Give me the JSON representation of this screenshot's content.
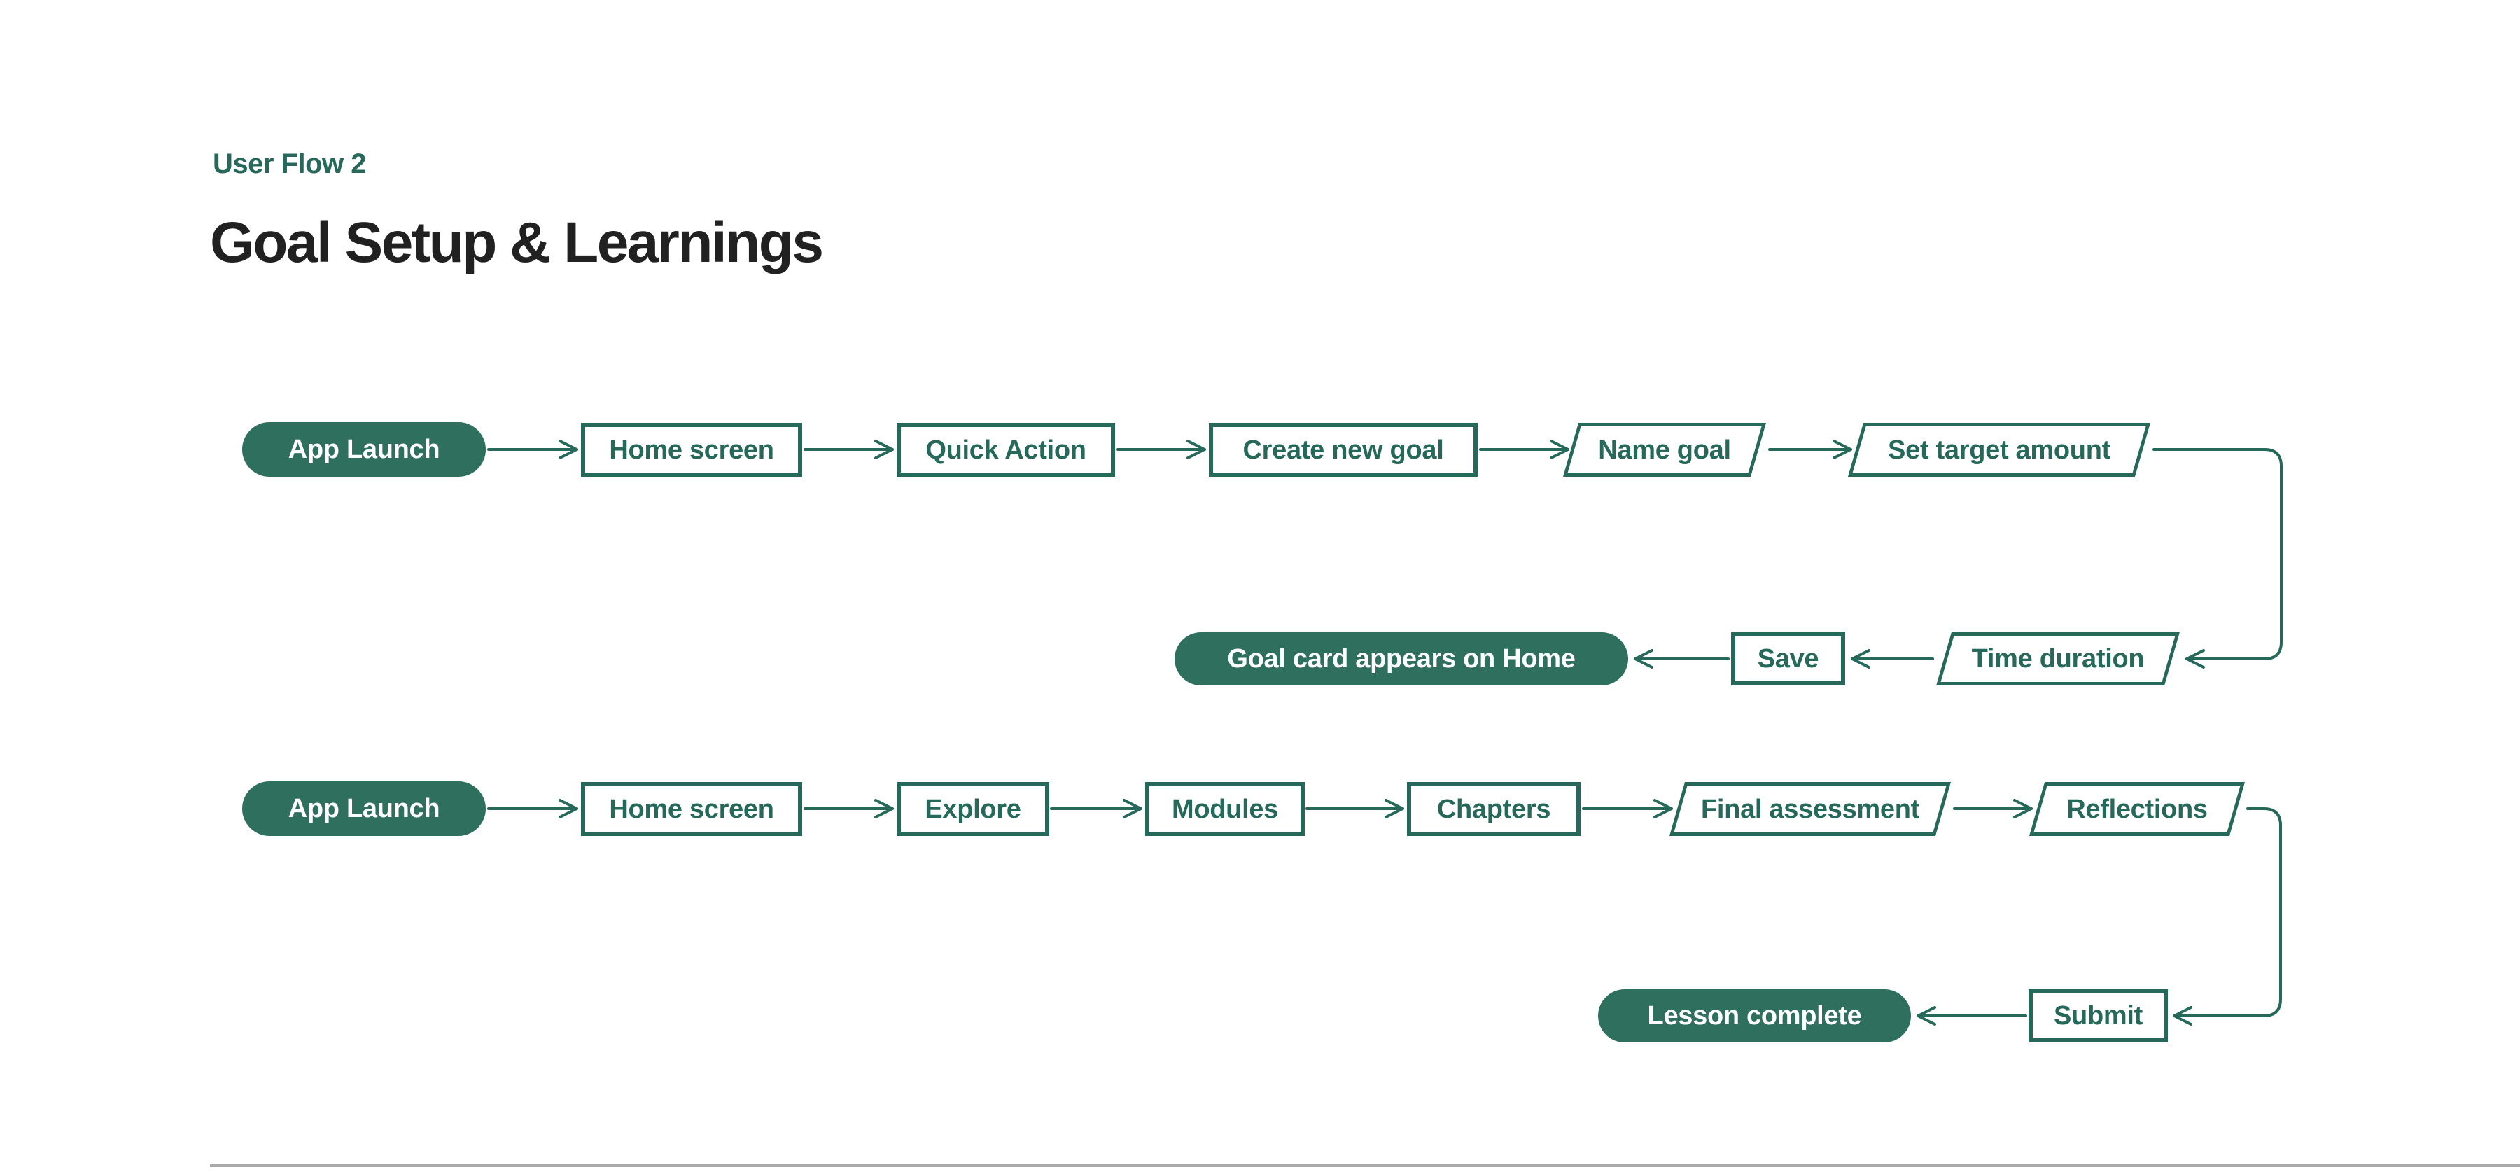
{
  "header": {
    "eyebrow": "User Flow 2",
    "title": "Goal Setup & Learnings"
  },
  "colors": {
    "accent": "#26695a",
    "pillfill": "#2e6f5d",
    "pilltext": "#ffffff",
    "eyebrow": "#26695a",
    "heading": "#212121",
    "divider": "#a8a8a8"
  },
  "flow1": {
    "name": "goal-setup-flow",
    "nodes": [
      {
        "id": "app-launch",
        "label": "App Launch",
        "shape": "pill"
      },
      {
        "id": "home-screen",
        "label": "Home screen",
        "shape": "rect"
      },
      {
        "id": "quick-action",
        "label": "Quick Action",
        "shape": "rect"
      },
      {
        "id": "create-new-goal",
        "label": "Create new goal",
        "shape": "rect"
      },
      {
        "id": "name-goal",
        "label": "Name goal",
        "shape": "parallelogram"
      },
      {
        "id": "set-target-amount",
        "label": "Set target amount",
        "shape": "parallelogram"
      },
      {
        "id": "time-duration",
        "label": "Time duration",
        "shape": "parallelogram"
      },
      {
        "id": "save",
        "label": "Save",
        "shape": "rect"
      },
      {
        "id": "goal-card",
        "label": "Goal card appears on Home",
        "shape": "pill"
      }
    ],
    "sequence": [
      "App Launch",
      "Home screen",
      "Quick Action",
      "Create new goal",
      "Name goal",
      "Set target amount",
      "Time duration",
      "Save",
      "Goal card appears on Home"
    ]
  },
  "flow2": {
    "name": "learnings-flow",
    "nodes": [
      {
        "id": "app-launch",
        "label": "App Launch",
        "shape": "pill"
      },
      {
        "id": "home-screen",
        "label": "Home screen",
        "shape": "rect"
      },
      {
        "id": "explore",
        "label": "Explore",
        "shape": "rect"
      },
      {
        "id": "modules",
        "label": "Modules",
        "shape": "rect"
      },
      {
        "id": "chapters",
        "label": "Chapters",
        "shape": "rect"
      },
      {
        "id": "final-assessment",
        "label": "Final assessment",
        "shape": "parallelogram"
      },
      {
        "id": "reflections",
        "label": "Reflections",
        "shape": "parallelogram"
      },
      {
        "id": "submit",
        "label": "Submit",
        "shape": "rect"
      },
      {
        "id": "lesson-complete",
        "label": "Lesson complete",
        "shape": "pill"
      }
    ],
    "sequence": [
      "App Launch",
      "Home screen",
      "Explore",
      "Modules",
      "Chapters",
      "Final assessment",
      "Reflections",
      "Submit",
      "Lesson complete"
    ]
  }
}
